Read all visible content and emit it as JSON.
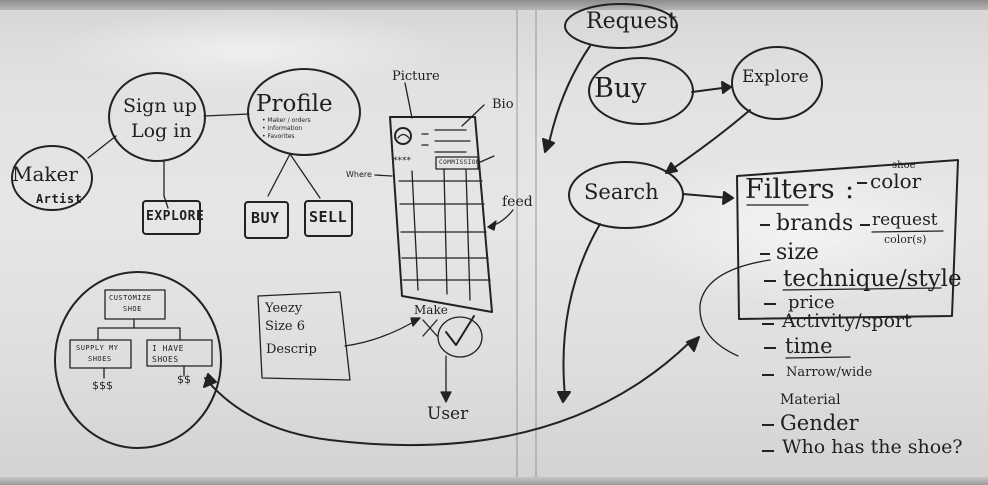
{
  "whiteboard": {
    "left_flow": {
      "maker_artist": [
        "Maker",
        "Artist"
      ],
      "signup_login": [
        "Sign up",
        "Log in"
      ],
      "profile": "Profile",
      "profile_notes": [
        "• Maker / orders",
        "• Information",
        "• Favorites"
      ],
      "explore": "EXPLORE",
      "buy": "BUY",
      "sell": "SELL"
    },
    "wireframe": {
      "picture": "Picture",
      "bio": "Bio",
      "stars": "****",
      "where": "Where",
      "commission": "COMMISSION",
      "feed": "feed",
      "make": "Make",
      "user": "User"
    },
    "customize": {
      "title": [
        "CUSTOMIZE",
        "SHOE"
      ],
      "supply": [
        "SUPPLY MY",
        "SHOES"
      ],
      "have": [
        "I HAVE",
        "SHOES"
      ],
      "cost_left": "$$$",
      "cost_right": "$$"
    },
    "yeezy_note": [
      "Yeezy",
      "Size 6",
      "Descrip"
    ],
    "right_flow": {
      "request": "Request",
      "buy": "Buy",
      "explore": "Explore",
      "search": "Search"
    },
    "filters": {
      "title": "Filters",
      "colon": ":",
      "shoe_color": [
        "shoe",
        "color"
      ],
      "request_colors": [
        "request",
        "color(s)"
      ],
      "items": [
        "brands",
        "size",
        "technique/style",
        "price",
        "Activity/sport",
        "time",
        "Narrow/wide",
        "Material",
        "Gender",
        "Who has the shoe?"
      ]
    }
  }
}
